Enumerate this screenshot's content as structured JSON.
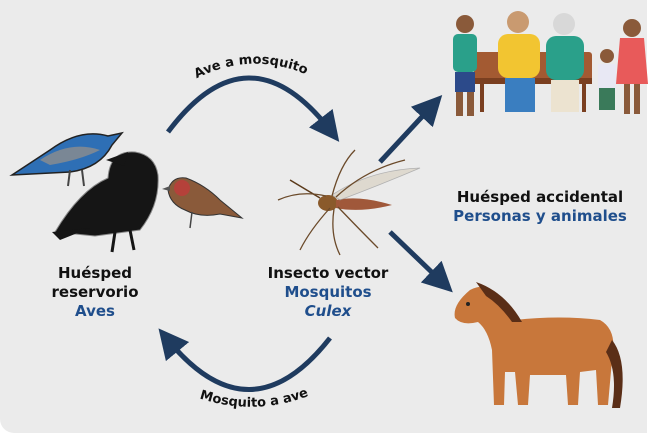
{
  "reservoir": {
    "title": "Huésped reservorio",
    "line1": "Huésped",
    "line2": "reservorio",
    "name": "Aves"
  },
  "vector": {
    "title": "Insecto vector",
    "name": "Mosquitos",
    "genus": "Culex"
  },
  "accidental": {
    "title": "Huésped accidental",
    "name": "Personas y animales"
  },
  "arrows": {
    "top": "Ave a mosquito",
    "bottom": "Mosquito a ave"
  },
  "colors": {
    "background": "#ebebeb",
    "arrow": "#1f3b5f",
    "accent_text": "#1f4e8c",
    "horse": "#c8773b",
    "mane": "#5a2e17"
  }
}
